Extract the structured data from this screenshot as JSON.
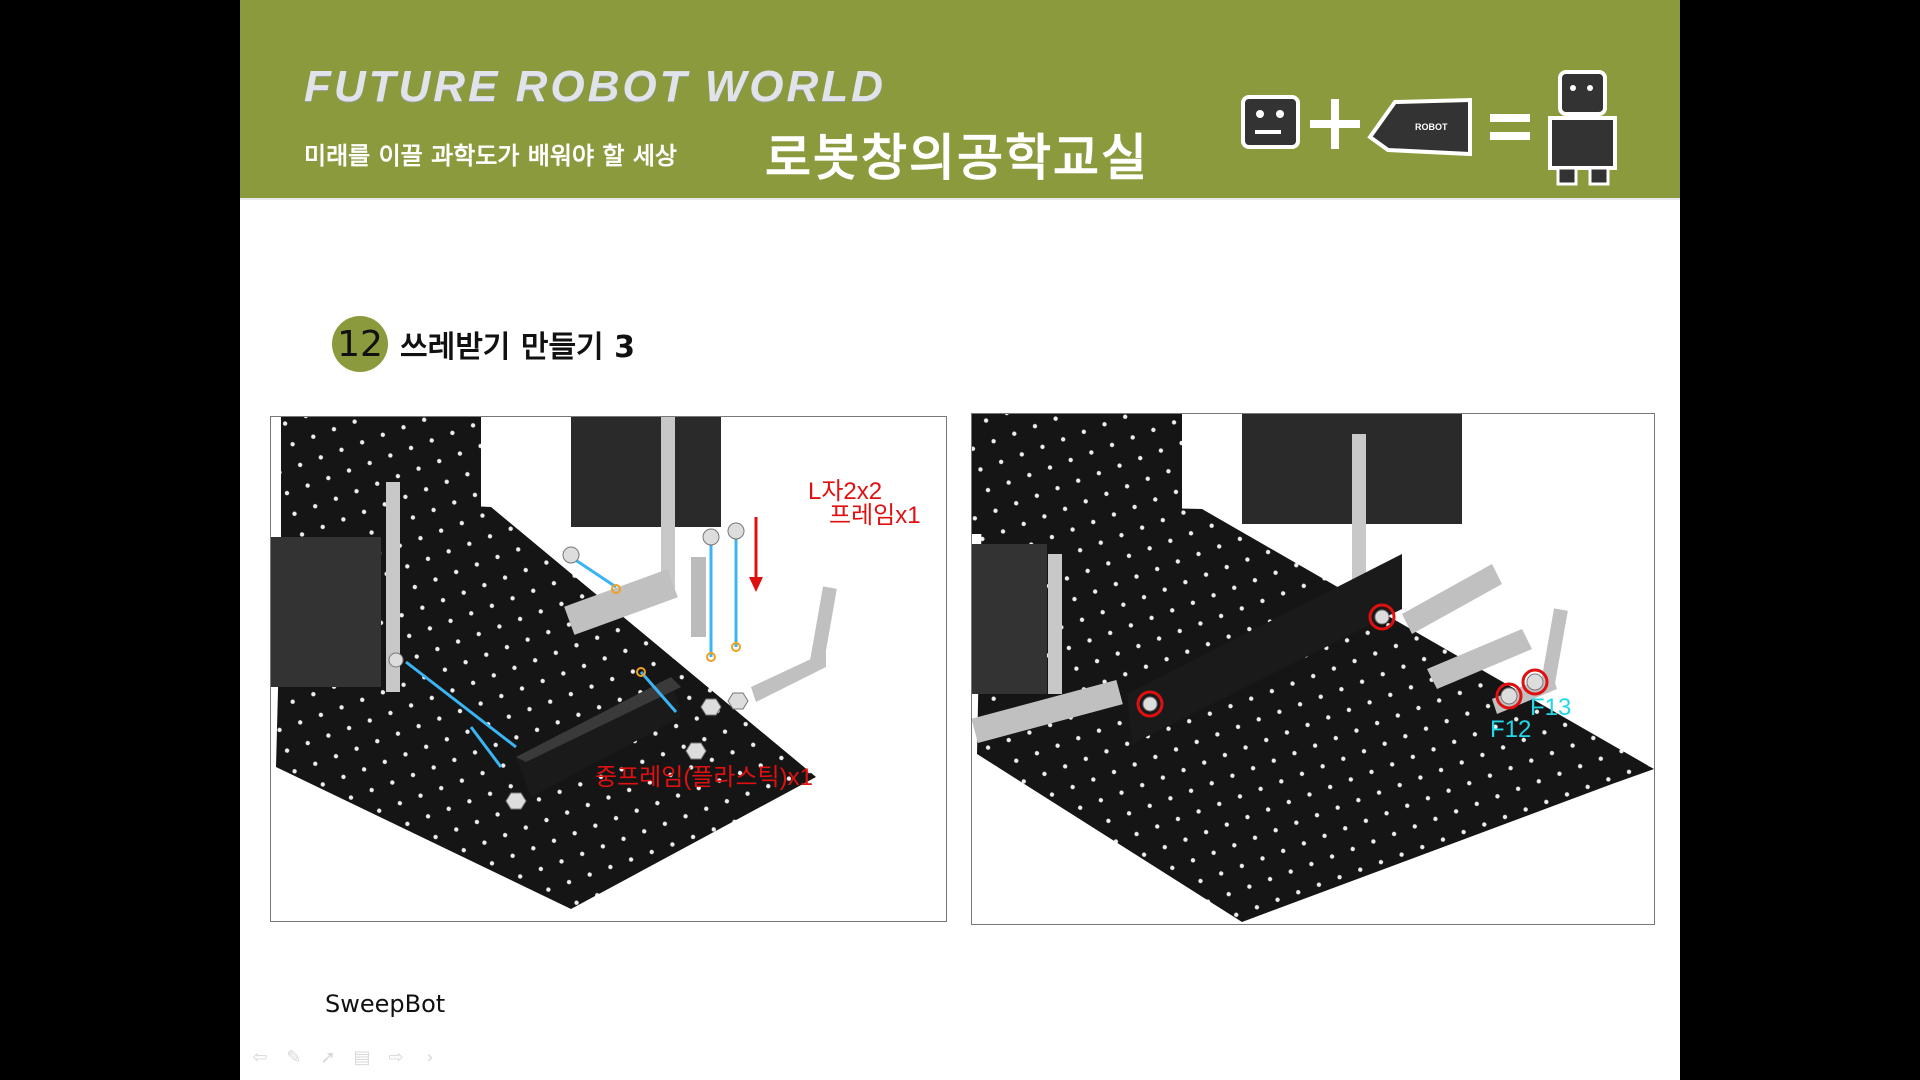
{
  "header": {
    "brand": "FUTURE ROBOT WORLD",
    "tagline": "미래를 이끌 과학도가 배워야 할 세상",
    "course": "로봇창의공학교실",
    "logo_text": "ROBOT"
  },
  "slide": {
    "step_number": "12",
    "title": "쓰레받기 만들기 3",
    "figure_left": {
      "label_part1_line1": "L자2x2",
      "label_part1_line2": "프레임x1",
      "label_part2": "중프레임(플라스틱)x1"
    },
    "figure_right": {
      "label_f12": "F12",
      "label_f13": "F13"
    },
    "footer": "SweepBot"
  },
  "toolbar": {
    "icons": [
      "back-arrow-icon",
      "pen-icon",
      "pointer-icon",
      "slides-icon",
      "forward-arrow-icon",
      "next-chevron-icon"
    ]
  },
  "colors": {
    "header": "#8a9a3c",
    "annotation_red": "#e01010",
    "annotation_cyan": "#20d8e8"
  }
}
